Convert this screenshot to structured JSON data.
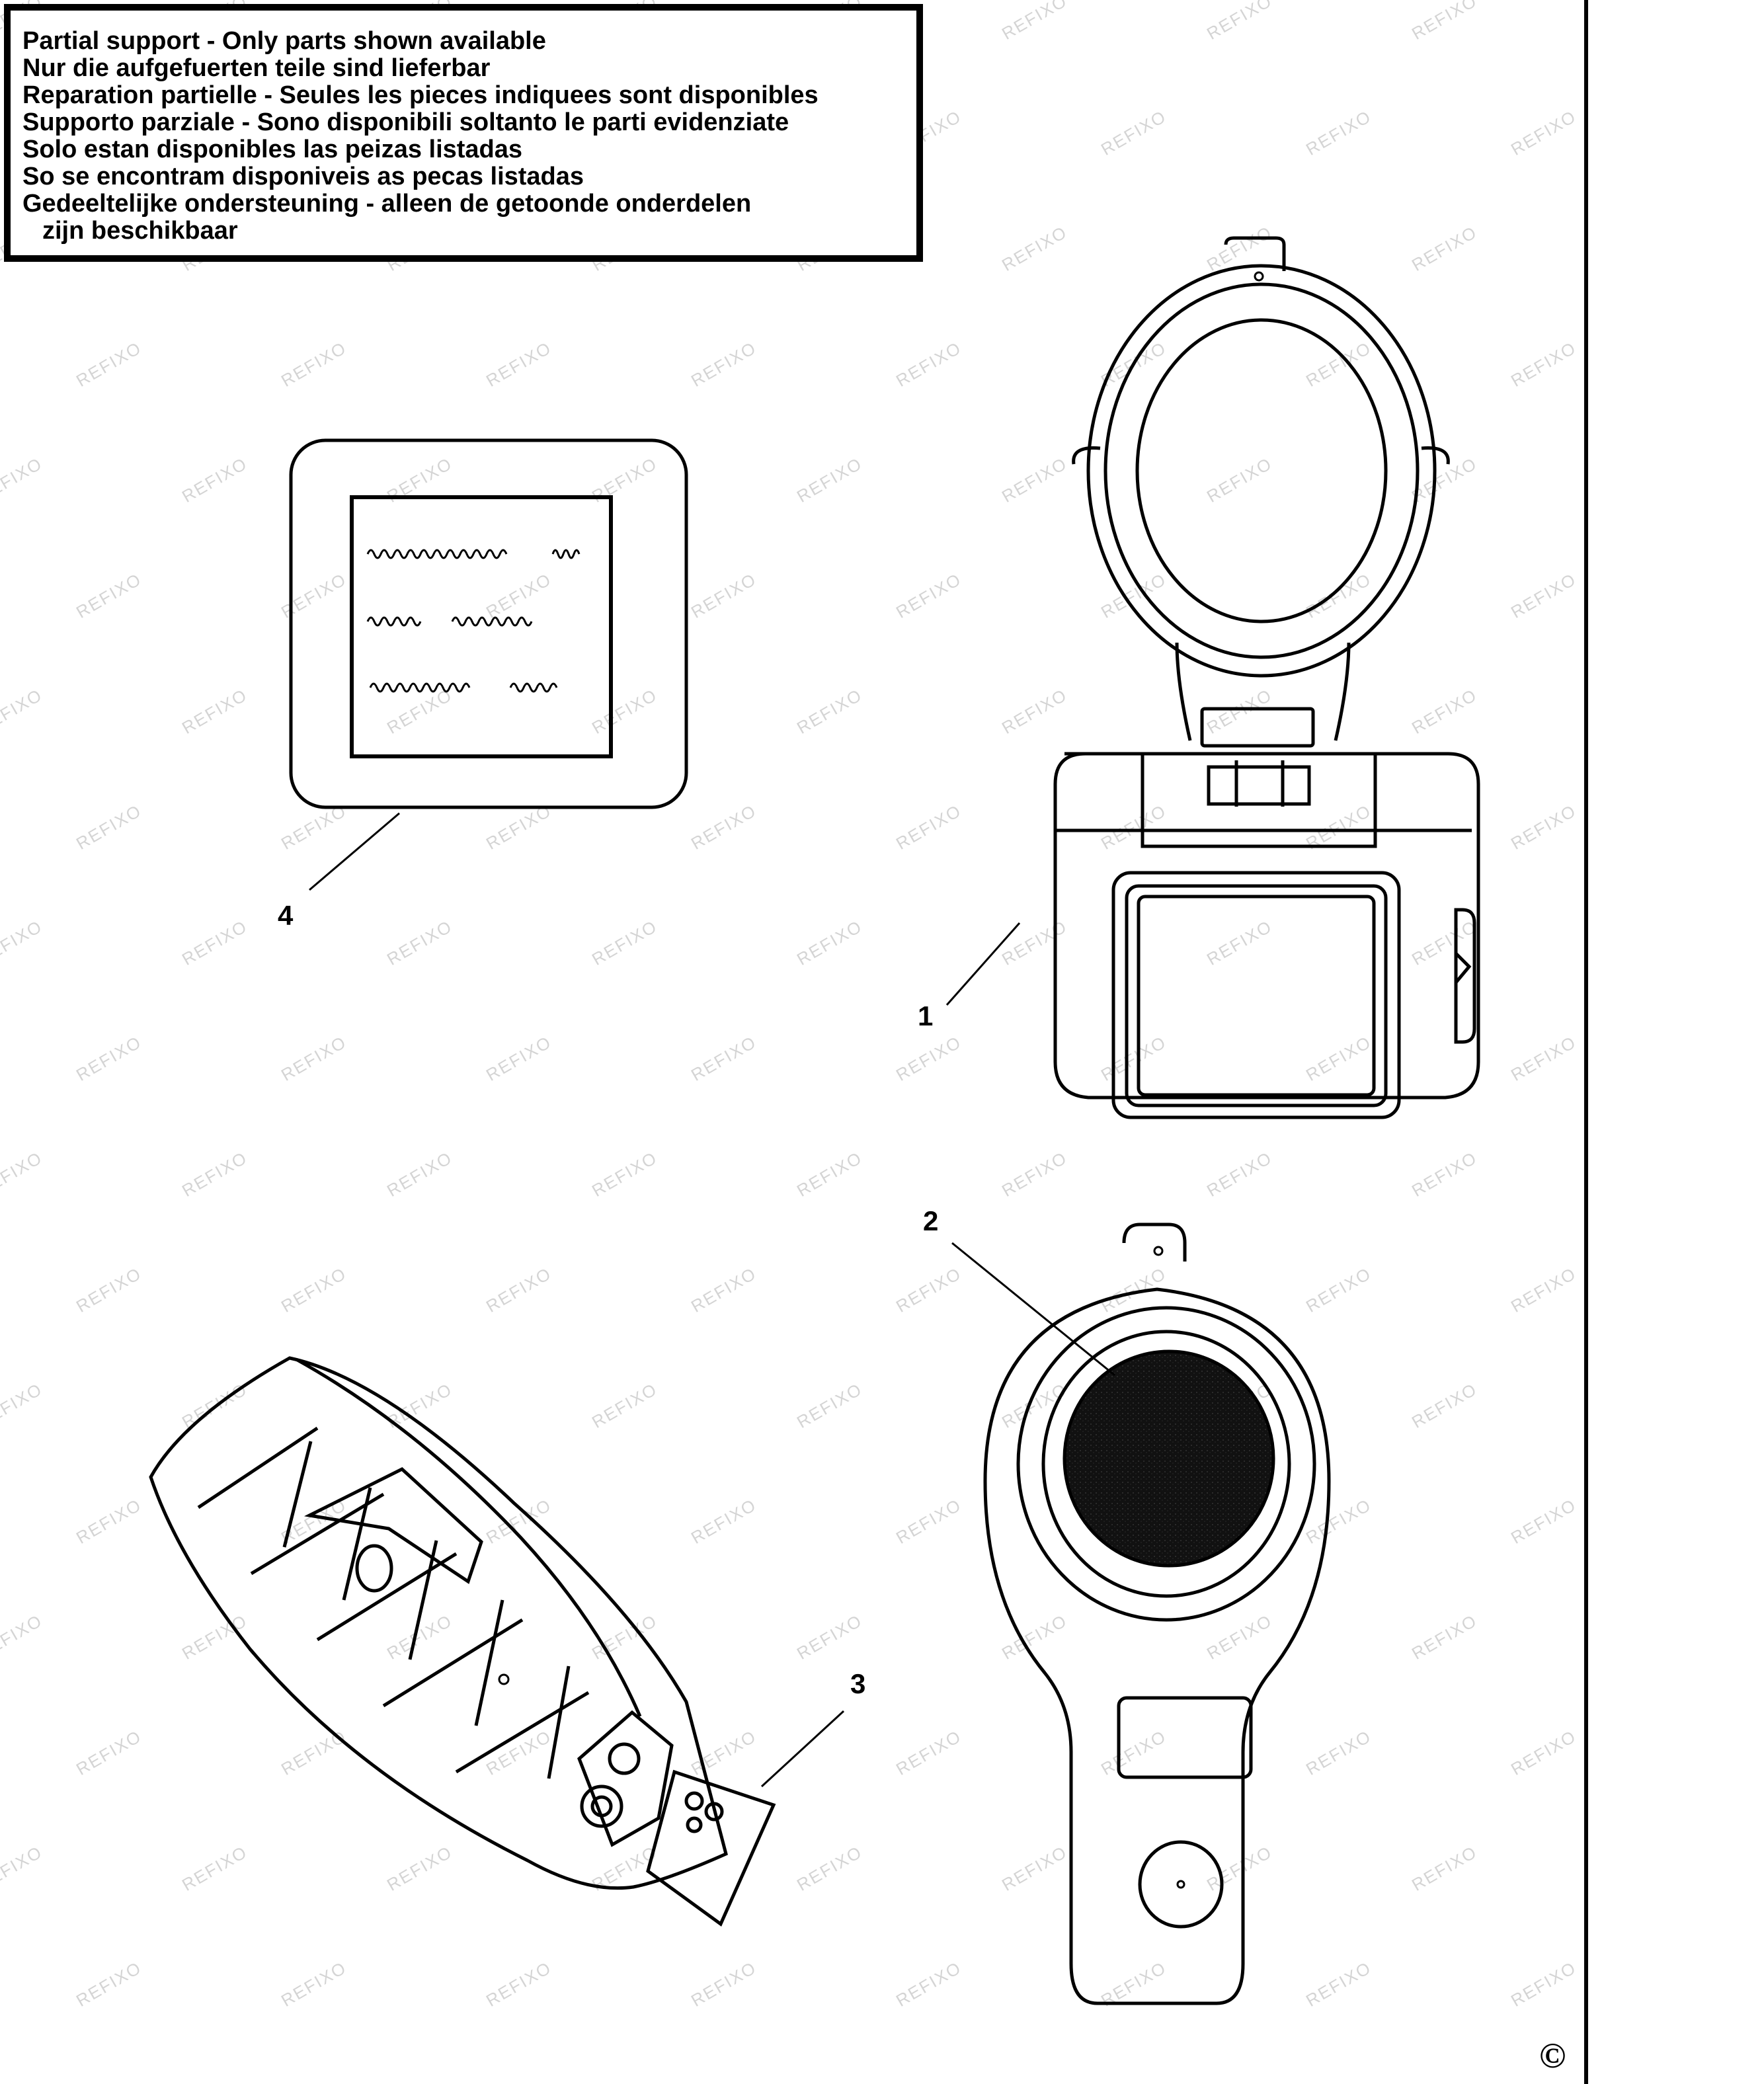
{
  "notice": {
    "lines": [
      "Partial support - Only parts shown available",
      "Nur die aufgefuerten teile sind lieferbar",
      "Reparation partielle - Seules les pieces indiquees sont disponibles",
      "Supporto parziale - Sono disponibili soltanto le parti evidenziate",
      "Solo estan disponibles las peizas listadas",
      "So se encontram disponiveis as pecas listadas",
      "Gedeeltelijke ondersteuning - alleen de getoonde onderdelen",
      "zijn beschikbaar"
    ]
  },
  "callouts": {
    "part1": "1",
    "part2": "2",
    "part3": "3",
    "part4": "4"
  },
  "watermark": "REFIXO",
  "copyright": "©",
  "colors": {
    "ink": "#000000",
    "watermark": "#d4d4d4",
    "background": "#ffffff"
  }
}
